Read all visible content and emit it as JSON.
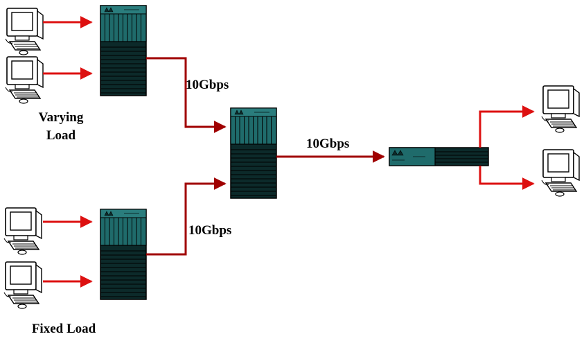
{
  "labels": {
    "varying_load_line1": "Varying",
    "varying_load_line2": "Load",
    "fixed_load": "Fixed Load",
    "link_top": "10Gbps",
    "link_bottom": "10Gbps",
    "link_core": "10Gbps"
  },
  "colors": {
    "link_line": "#a00000",
    "access_arrow": "#dd1010",
    "switch_teal": "#1f6b6b",
    "switch_dark": "#0c2a2a",
    "switch_border": "#000000"
  },
  "icons": {
    "client_pc": "desktop-computer-icon",
    "access_switch": "chassis-switch-icon",
    "core_switch": "chassis-switch-icon",
    "edge_router": "rack-router-icon"
  }
}
